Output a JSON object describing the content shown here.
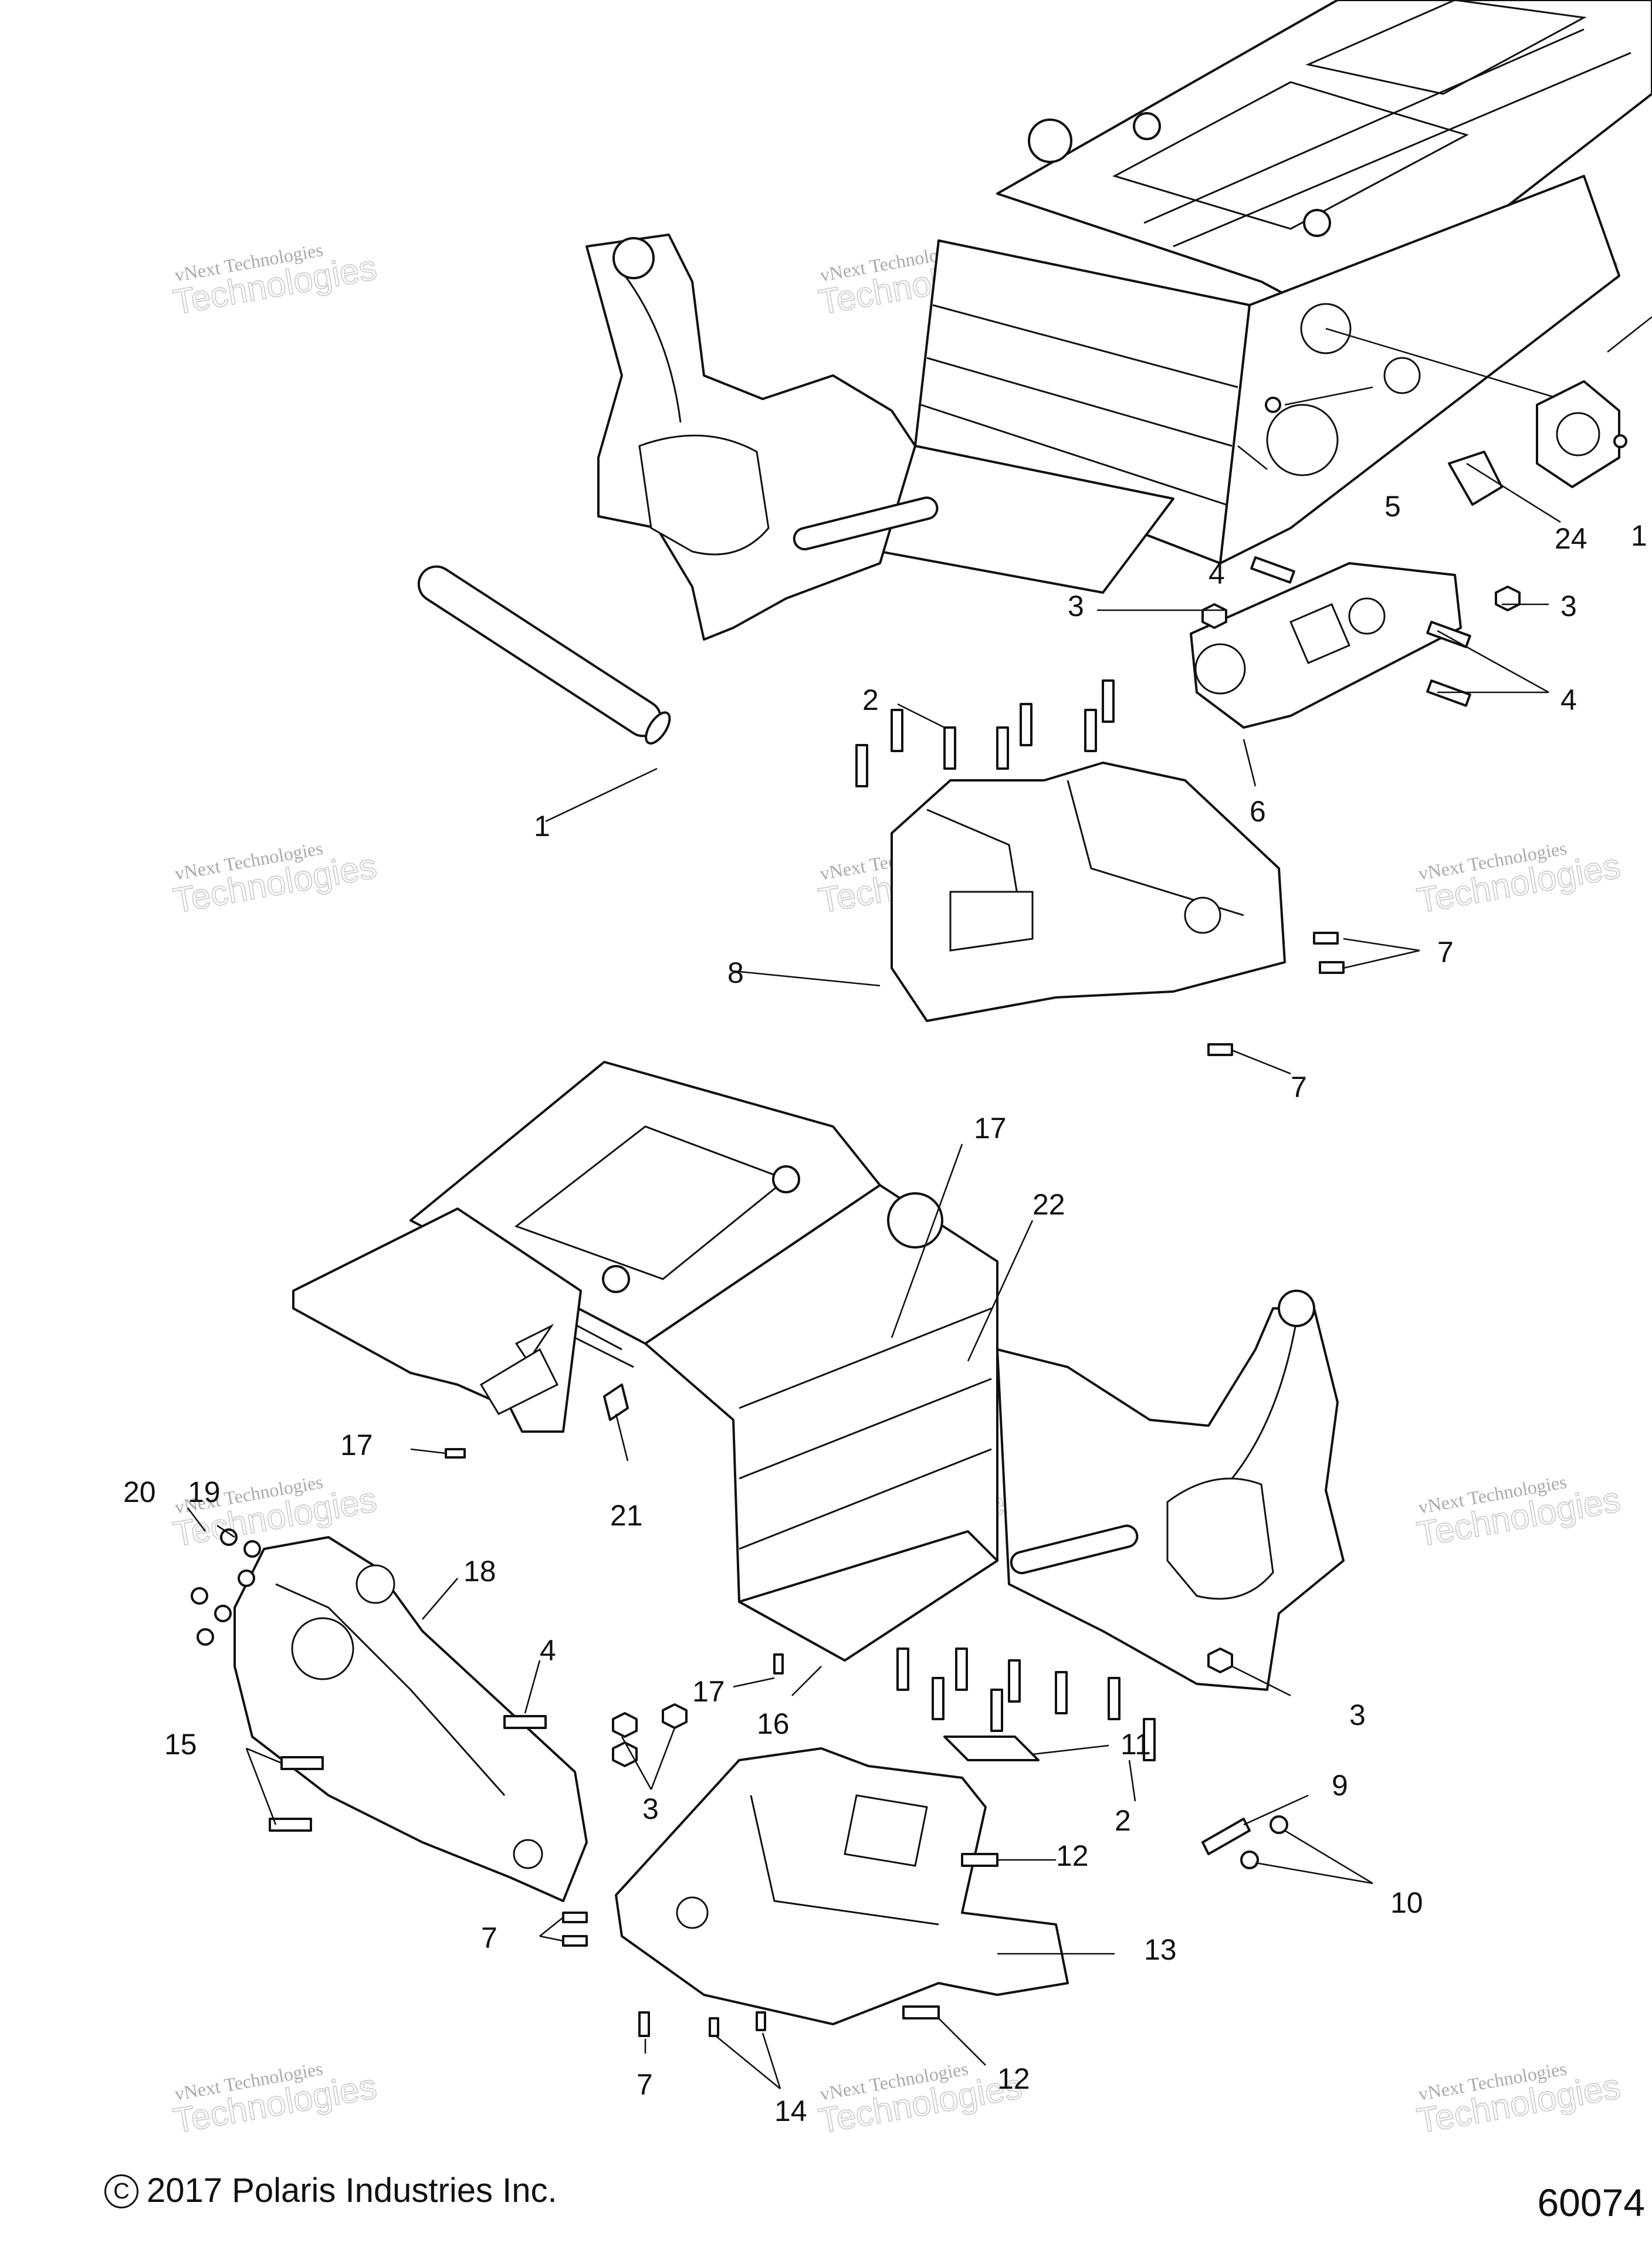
{
  "callouts": {
    "c1": "1",
    "c1b": "1",
    "c2a": "2",
    "c2b": "2",
    "c3a": "3",
    "c3b": "3",
    "c3c": "3",
    "c3d": "3",
    "c4a": "4",
    "c4b": "4",
    "c4c": "4",
    "c5": "5",
    "c6": "6",
    "c7a": "7",
    "c7b": "7",
    "c7c": "7",
    "c7d": "7",
    "c8": "8",
    "c9": "9",
    "c10": "10",
    "c11": "11",
    "c12a": "12",
    "c12b": "12",
    "c13": "13",
    "c14": "14",
    "c15": "15",
    "c16": "16",
    "c17a": "17",
    "c17b": "17",
    "c17c": "17",
    "c18": "18",
    "c19": "19",
    "c20": "20",
    "c21": "21",
    "c22": "22",
    "c24": "24"
  },
  "watermark": {
    "line1": "vNext Technologies",
    "line2": "Technologies"
  },
  "footer": {
    "copyright": "2017 Polaris Industries Inc.",
    "copyright_symbol": "C",
    "ref_number": "60074"
  }
}
